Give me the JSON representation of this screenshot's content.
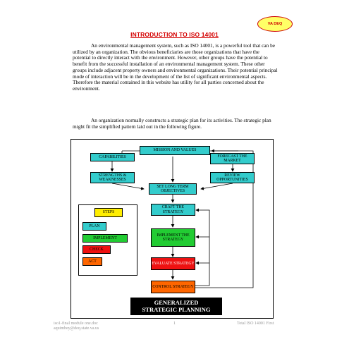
{
  "badge": "VA DEQ",
  "title": "INTRODUCTION TO ISO 14001",
  "paragraph1": "An environmental management system, such as ISO 14001, is a powerful tool that can be utilized by an organization.  The obvious beneficiaries are those organizations that have the potential to directly interact with the environment.  However, other groups have the potential to benefit from the successful installation of an environmental management system.  These other groups include adjacent property owners and environmental organizations.  Their potential principal mode of interaction will be in the development of the list of significant environmental aspects.  Therefore the material contained in this website has utility for all parties concerned about the environment.",
  "paragraph2": "An organization normally constructs a strategic plan for its activities.  The strategic plan might fit the simplified pattern laid out in the following figure.",
  "figure": {
    "mission": "MISSION AND VALUES",
    "capabilities": "CAPABILITIES",
    "forecast": "FORECAST THE MARKET",
    "strengths": "STRENGTHS & WEAKNESSES",
    "review": "REVIEW OPPORTUNITIES",
    "objectives": "SET LONG TERM OBJECTIVES",
    "craft": "CRAFT THE STRATEGY",
    "implement": "IMPLEMENT THE STRATEGY",
    "evaluate": "EVALUATE STRATEGY",
    "control": "CONTROL STRATEGY",
    "caption_line1": "GENERALIZED",
    "caption_line2": "STRATEGIC PLANNING",
    "steps": {
      "header": "STEPS",
      "plan": "PLAN",
      "implement": "IMPLEMENT",
      "check": "CHECK",
      "act": "ACT"
    }
  },
  "footer": {
    "left1": "iso1-final module one.doc",
    "left2": "aquimbey@deq.state.va.us",
    "page": "1",
    "right": "Total ISO 14001 First"
  }
}
